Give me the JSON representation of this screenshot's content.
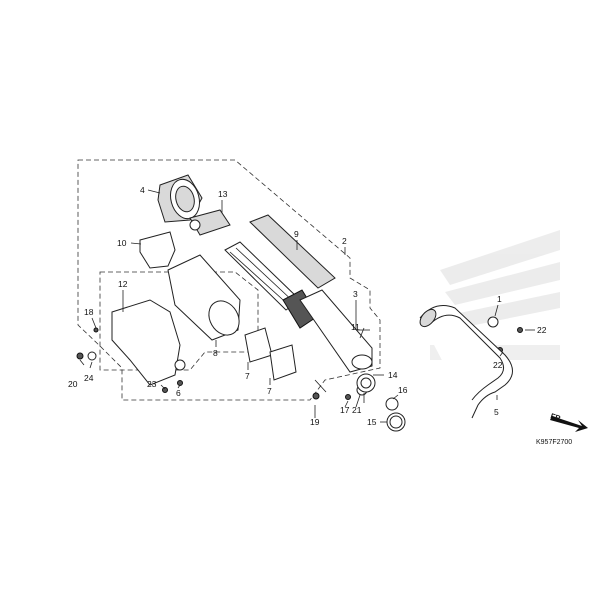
{
  "diagram": {
    "code": "K957F2700",
    "front_marker": "FR.",
    "callouts": [
      {
        "id": "c1",
        "text": "1"
      },
      {
        "id": "c2",
        "text": "2"
      },
      {
        "id": "c3",
        "text": "3"
      },
      {
        "id": "c4",
        "text": "4"
      },
      {
        "id": "c5",
        "text": "5"
      },
      {
        "id": "c6",
        "text": "6"
      },
      {
        "id": "c7a",
        "text": "7"
      },
      {
        "id": "c7b",
        "text": "7"
      },
      {
        "id": "c8",
        "text": "8"
      },
      {
        "id": "c9",
        "text": "9"
      },
      {
        "id": "c10",
        "text": "10"
      },
      {
        "id": "c11",
        "text": "11"
      },
      {
        "id": "c12",
        "text": "12"
      },
      {
        "id": "c13",
        "text": "13"
      },
      {
        "id": "c14",
        "text": "14"
      },
      {
        "id": "c15",
        "text": "15"
      },
      {
        "id": "c16",
        "text": "16"
      },
      {
        "id": "c17",
        "text": "17"
      },
      {
        "id": "c18",
        "text": "18"
      },
      {
        "id": "c19",
        "text": "19"
      },
      {
        "id": "c20",
        "text": "20"
      },
      {
        "id": "c21",
        "text": "21"
      },
      {
        "id": "c22a",
        "text": "22"
      },
      {
        "id": "c22b",
        "text": "22"
      },
      {
        "id": "c23",
        "text": "23"
      },
      {
        "id": "c24",
        "text": "24"
      }
    ]
  }
}
